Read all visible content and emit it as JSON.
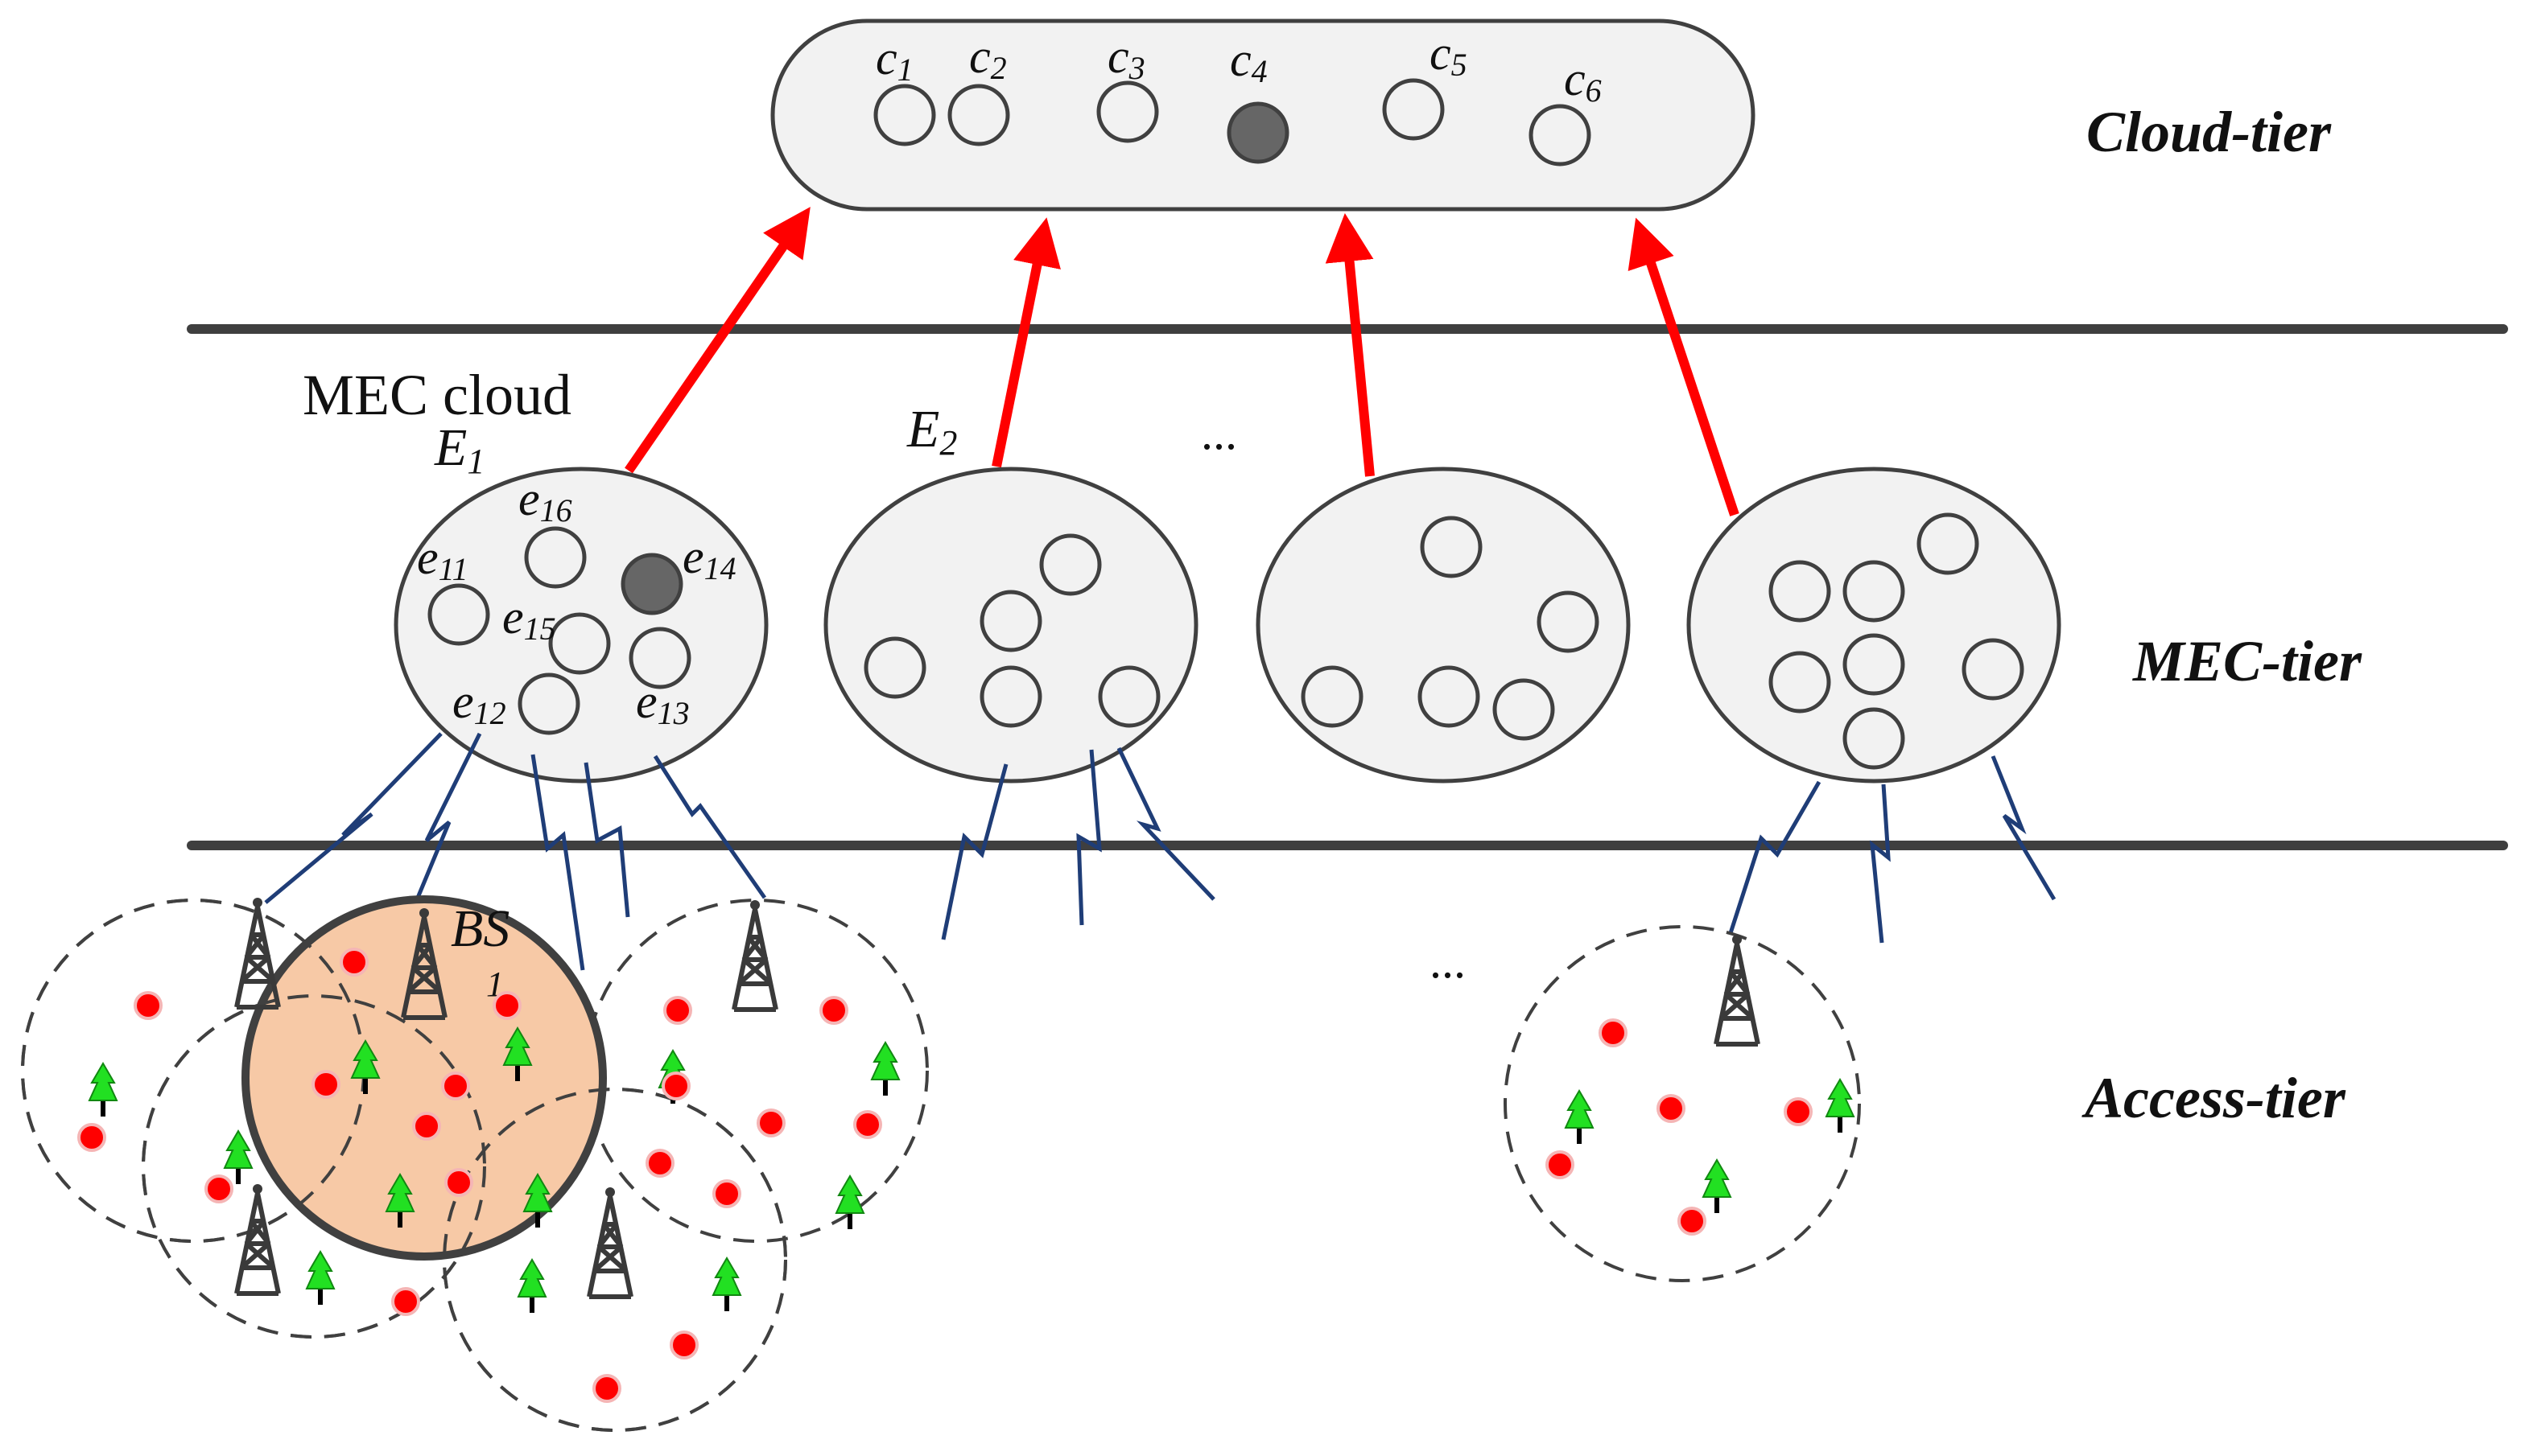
{
  "colors": {
    "divider": "#3f3f3f",
    "uplink": "#ff0000",
    "wireless": "#1f3d77",
    "node_fill": "#f2f2f2",
    "node_stroke": "#404040",
    "node_active": "#666666",
    "user_dot": "#ff0000",
    "tree_green": "#22e022",
    "serving_cell": "#f7c9a6",
    "tower": "#3a3a3a"
  },
  "tiers": {
    "cloud": "Cloud-tier",
    "mec": "MEC-tier",
    "access": "Access-tier"
  },
  "cloud": {
    "nodes": [
      {
        "main": "c",
        "sub": "1",
        "active": false
      },
      {
        "main": "c",
        "sub": "2",
        "active": false
      },
      {
        "main": "c",
        "sub": "3",
        "active": false
      },
      {
        "main": "c",
        "sub": "4",
        "active": true
      },
      {
        "main": "c",
        "sub": "5",
        "active": false
      },
      {
        "main": "c",
        "sub": "6",
        "active": false
      }
    ]
  },
  "mec": {
    "title": "MEC cloud",
    "clouds": [
      {
        "main": "E",
        "sub": "1"
      },
      {
        "main": "E",
        "sub": "2"
      }
    ],
    "e1_nodes": [
      {
        "main": "e",
        "sub": "11",
        "active": false
      },
      {
        "main": "e",
        "sub": "12",
        "active": false
      },
      {
        "main": "e",
        "sub": "13",
        "active": false
      },
      {
        "main": "e",
        "sub": "14",
        "active": true
      },
      {
        "main": "e",
        "sub": "15",
        "active": false
      },
      {
        "main": "e",
        "sub": "16",
        "active": false
      }
    ],
    "ellipsis": "..."
  },
  "access": {
    "bs": {
      "main": "BS",
      "sub": "1"
    },
    "ellipsis": "..."
  },
  "icons": [
    "base-station-tower-icon",
    "tree-icon",
    "user-device-icon",
    "wireless-link-icon"
  ]
}
